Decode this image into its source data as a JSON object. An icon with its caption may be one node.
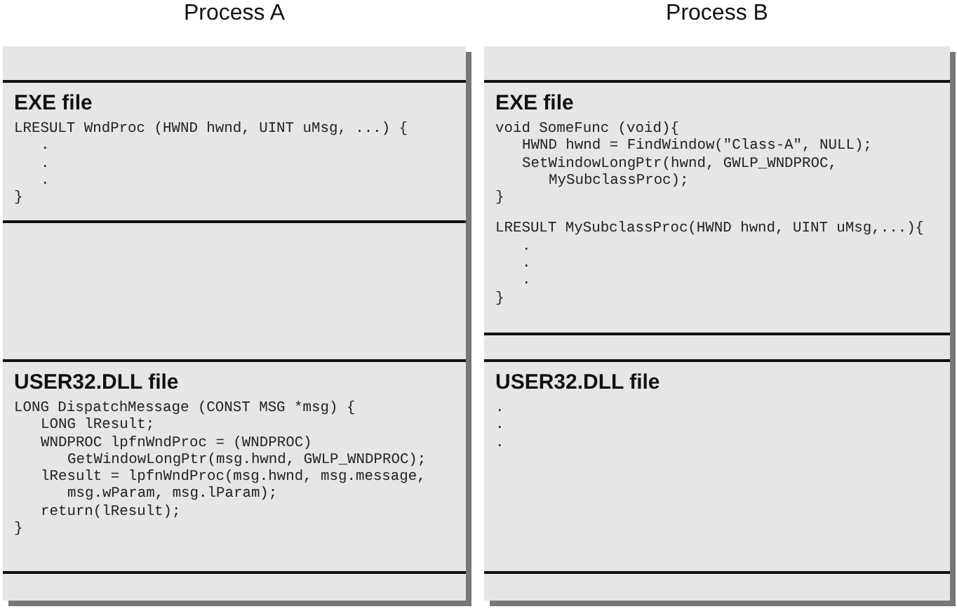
{
  "diagram": {
    "nodes": [
      {
        "text": [
          "Process A"
        ]
      },
      {
        "text": [
          "EXE file",
          "LRESULT WndProc (HWND hwnd, UINT uMsg, ...) {",
          ".",
          ".",
          ".",
          "}"
        ],
        "in": 0
      },
      {
        "text": [
          "USER32.DLL file",
          "LONG DispatchMessage (CONST MSG *msg) {",
          "LONG lResult;",
          "WNDPROC lpfnWndProc = (WNDPROC)",
          "GetWindowLongPtr(msg.hwnd, GWLP_WNDPROC);",
          "lResult = lpfnWndProc(msg.hwnd, msg.message,",
          "msg.wParam, msg.lParam);",
          "return(lResult);",
          "}"
        ],
        "in": 0
      },
      {
        "text": [
          "Process B"
        ]
      },
      {
        "text": [
          "EXE file",
          "void SomeFunc (void){",
          "HWND hwnd = FindWindow(\"Class-A\", NULL);",
          "SetWindowLongPtr(hwnd, GWLP_WNDPROC,",
          "MySubclassProc);",
          "}",
          "LRESULT MySubclassProc(HWND hwnd, UINT uMsg,...){",
          ".",
          ".",
          ".",
          "}"
        ],
        "in": 3
      },
      {
        "text": [
          "USER32.DLL file",
          ".",
          ".",
          "."
        ],
        "in": 3
      }
    ]
  }
}
